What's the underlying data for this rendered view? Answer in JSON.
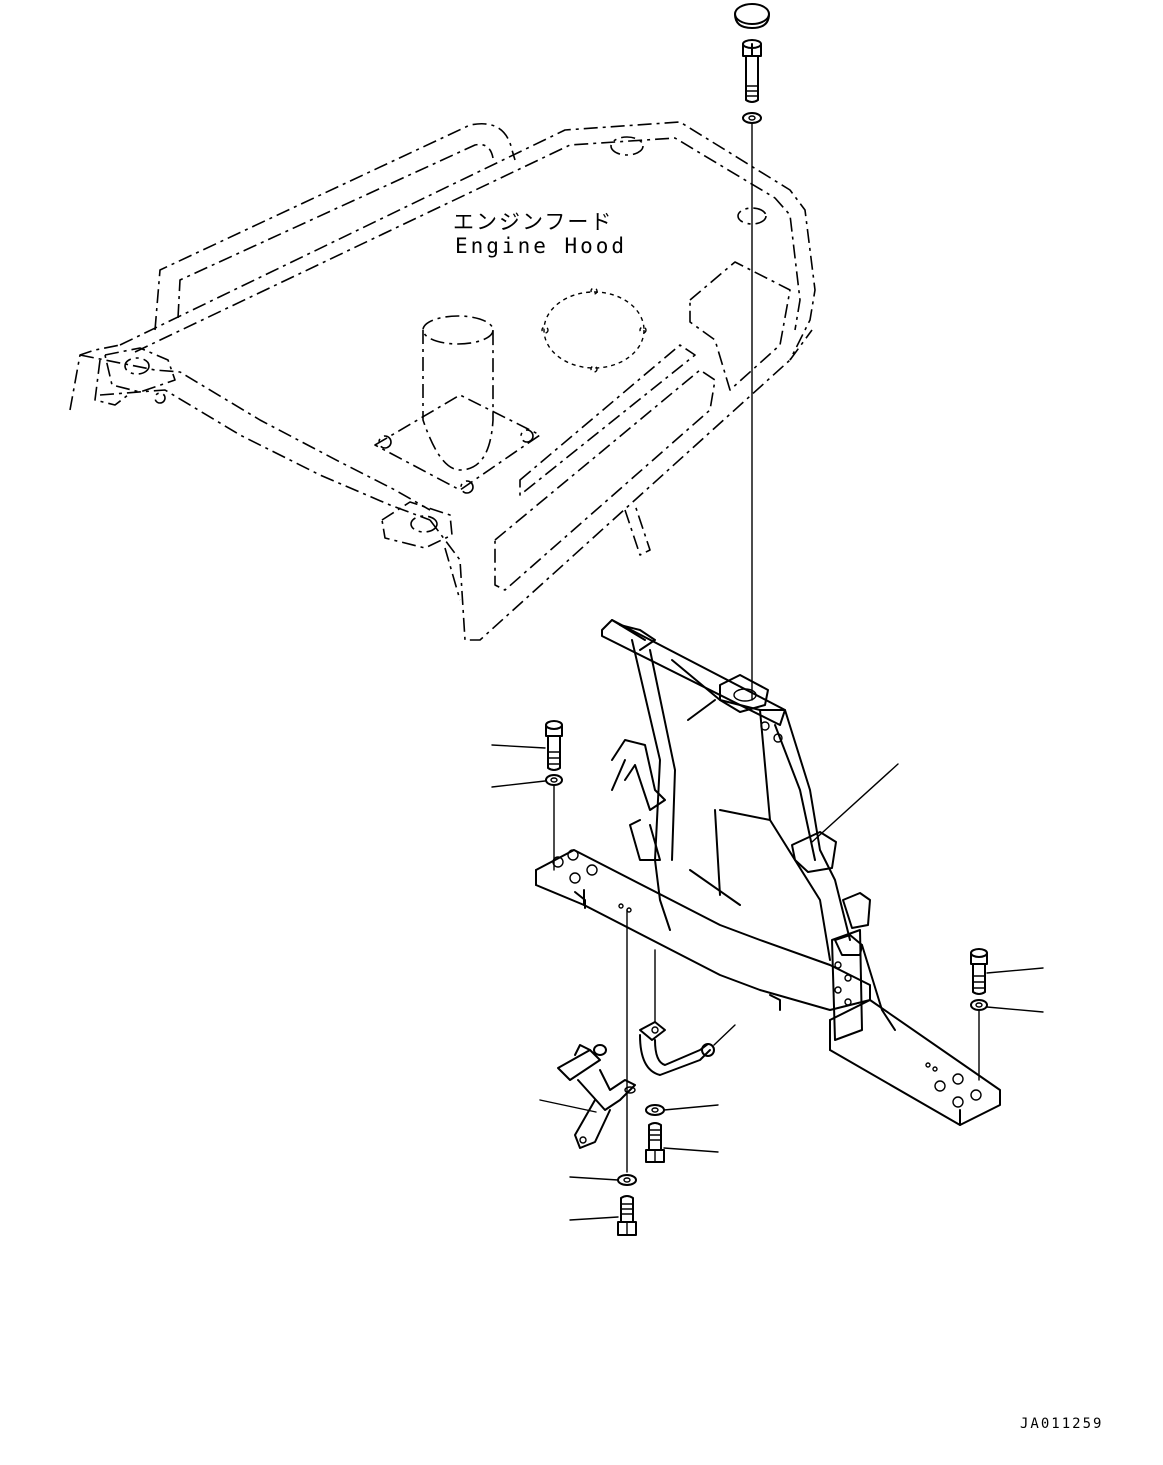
{
  "engine_hood": {
    "label_jp": "エンジンフード",
    "label_en": "Engine Hood"
  },
  "drawing_id": "JA011259",
  "icons": [
    "engine-hood-outline",
    "support-bracket",
    "bolt",
    "washer",
    "cap",
    "clamp-bracket",
    "hose-bracket"
  ]
}
